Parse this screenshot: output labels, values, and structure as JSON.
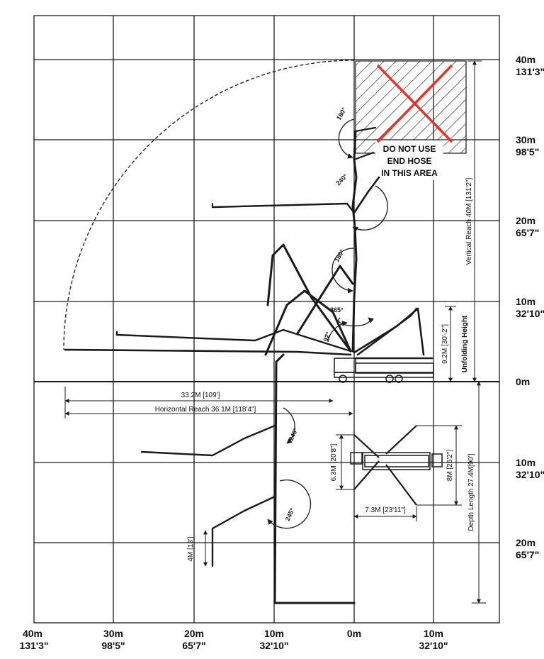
{
  "colors": {
    "line": "#1a1a1a",
    "cross": "#e8332a",
    "background": "#ffffff"
  },
  "y_axis_right": [
    {
      "m": "40m",
      "ft": "131'3\""
    },
    {
      "m": "30m",
      "ft": "98'5\""
    },
    {
      "m": "20m",
      "ft": "65'7\""
    },
    {
      "m": "10m",
      "ft": "32'10\""
    },
    {
      "m": "0m",
      "ft": ""
    },
    {
      "m": "10m",
      "ft": "32'10\""
    },
    {
      "m": "20m",
      "ft": "65'7\""
    }
  ],
  "x_axis_bottom": [
    {
      "m": "40m",
      "ft": "131'3\""
    },
    {
      "m": "30m",
      "ft": "98'5\""
    },
    {
      "m": "20m",
      "ft": "65'7\""
    },
    {
      "m": "10m",
      "ft": "32'10\""
    },
    {
      "m": "0m",
      "ft": ""
    },
    {
      "m": "10m",
      "ft": "32'10\""
    }
  ],
  "warning": {
    "line1": "DO NOT USE",
    "line2": "END HOSE",
    "line3": "IN THIS AREA"
  },
  "dimensions": {
    "vertical_reach": "Vertical Reach 40M [131'2\"]",
    "horizontal_reach": "Horizontal Reach 36.1M [118'4\"]",
    "reach_33": "33.2M [109']",
    "unfolding_height_value": "9.2M [30'-2\"]",
    "unfolding_height_label": "Unfolding Height",
    "depth_length": "Depth Length 27.4M[90']",
    "hose": "4M [13']",
    "outrigger_front": "6.3M [20'8\"]",
    "outrigger_rear": "8M [26'2\"]",
    "outrigger_width": "7.3M [23'11\"]"
  },
  "angles": {
    "a180_top": "180°",
    "a240_top": "240°",
    "a180_mid": "180°",
    "a365": "365°",
    "a92": "92°",
    "a240_low": "240°",
    "a245": "245°"
  }
}
